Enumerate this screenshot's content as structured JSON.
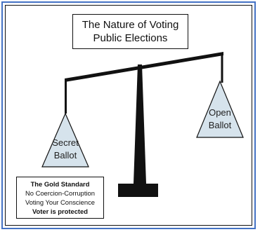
{
  "title": {
    "line1": "The Nature of Voting",
    "line2": "Public Elections"
  },
  "left_pan": {
    "line1": "Secret",
    "line2": "Ballot"
  },
  "right_pan": {
    "line1": "Open",
    "line2": "Ballot"
  },
  "note": {
    "heading": "The Gold Standard",
    "line1": "No Coercion-Corruption",
    "line2": "Voting Your Conscience",
    "line3": "Voter is protected"
  },
  "colors": {
    "frame_outer": "#4472c4",
    "pan_fill": "#d6e3ec",
    "ink": "#111111"
  }
}
